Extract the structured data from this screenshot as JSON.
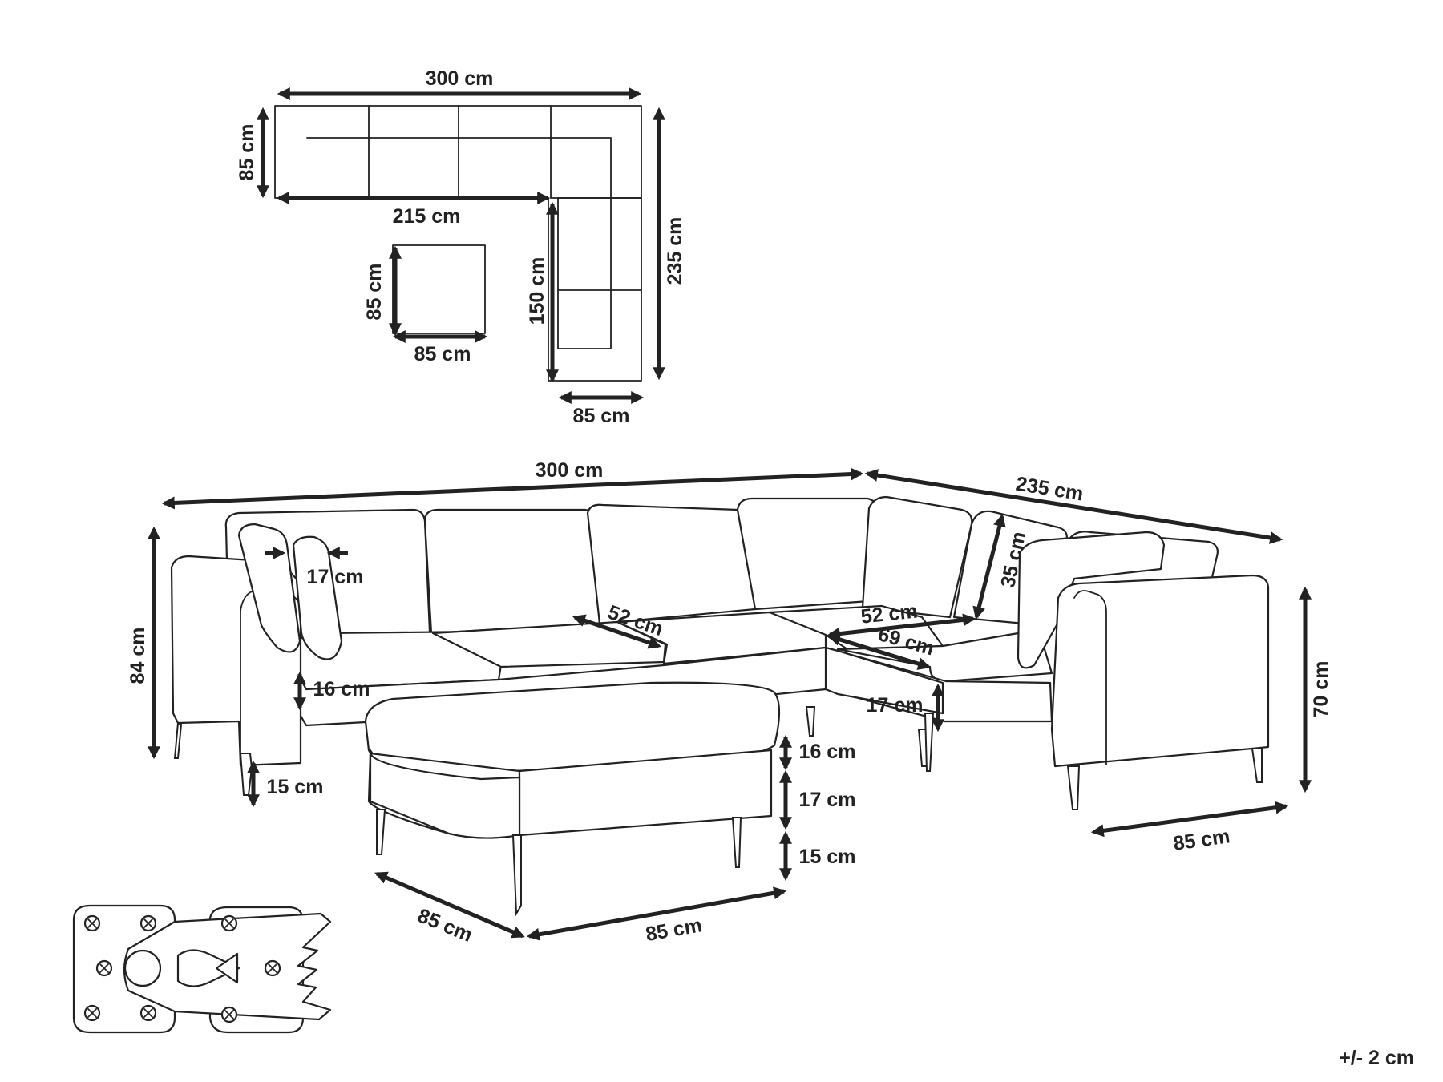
{
  "colors": {
    "line": "#222222",
    "background": "#ffffff"
  },
  "plan": {
    "width_total": "300 cm",
    "depth_85_left": "85 cm",
    "length_215": "215 cm",
    "depth_235": "235 cm",
    "length_150": "150 cm",
    "ottoman_h": "85 cm",
    "ottoman_w": "85 cm",
    "arm_width": "85 cm"
  },
  "perspective": {
    "width_300": "300 cm",
    "width_235": "235 cm",
    "pillow_17": "17 cm",
    "height_84": "84 cm",
    "seat_16": "16 cm",
    "leg_15": "15 cm",
    "seat_52_a": "52 cm",
    "seat_52_b": "52 cm",
    "seat_69": "69 cm",
    "back_35": "35 cm",
    "clearance_17": "17 cm",
    "height_70": "70 cm",
    "depth_85_right": "85 cm",
    "ott_16": "16 cm",
    "ott_17": "17 cm",
    "ott_15": "15 cm",
    "ott_85_a": "85 cm",
    "ott_85_b": "85 cm"
  },
  "tolerance": "+/- 2 cm",
  "icons": [
    "connector-bracket-icon",
    "screw-icon",
    "arrow-icon"
  ]
}
